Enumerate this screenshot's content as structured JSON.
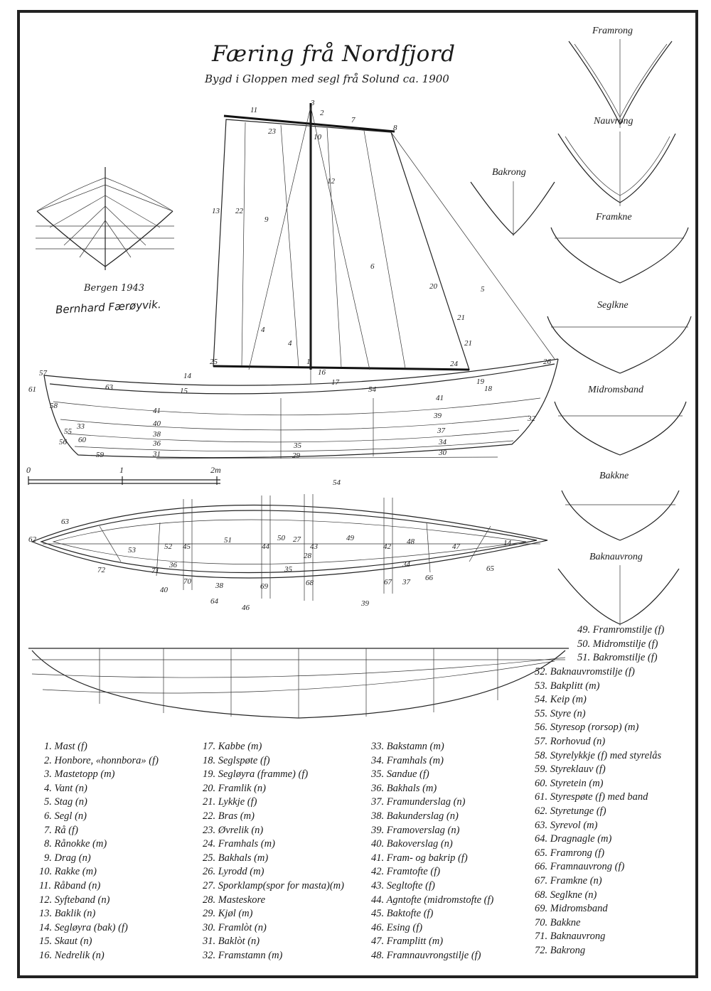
{
  "header": {
    "title": "Færing frå Nordfjord",
    "subtitle": "Bygd i Gloppen med segl frå Solund ca. 1900"
  },
  "section_sketch": {
    "place_date": "Bergen 1943",
    "signature": "Bernhard Færøyvik."
  },
  "scale_bar": {
    "ticks": [
      "0",
      "1",
      "2m"
    ]
  },
  "frame_sections": [
    "Framrong",
    "Nauvrong",
    "Bakrong",
    "Framkne",
    "Seglkne",
    "Midromsband",
    "Bakkne",
    "Baknauvrong"
  ],
  "callouts": [
    "11",
    "3",
    "2",
    "7",
    "8",
    "23",
    "10",
    "12",
    "13",
    "22",
    "9",
    "6",
    "5",
    "20",
    "21",
    "21",
    "4",
    "4",
    "1",
    "25",
    "14",
    "15",
    "16",
    "17",
    "54",
    "24",
    "19",
    "18",
    "26",
    "57",
    "61",
    "63",
    "58",
    "41",
    "33",
    "40",
    "38",
    "36",
    "55",
    "56",
    "60",
    "59",
    "31",
    "35",
    "29",
    "39",
    "37",
    "34",
    "30",
    "32",
    "41",
    "54",
    "63",
    "62",
    "53",
    "52",
    "45",
    "51",
    "50",
    "27",
    "43",
    "49",
    "42",
    "48",
    "47",
    "14",
    "72",
    "71",
    "36",
    "70",
    "40",
    "38",
    "64",
    "46",
    "69",
    "35",
    "68",
    "67",
    "37",
    "66",
    "34",
    "65",
    "39",
    "28",
    "44"
  ],
  "legend": [
    "1. Mast (f)",
    "2. Honbore, «honnbora» (f)",
    "3. Mastetopp (m)",
    "4. Vant (n)",
    "5. Stag (n)",
    "6. Segl (n)",
    "7. Rå (f)",
    "8. Rånokke (m)",
    "9. Drag (n)",
    "10. Rakke (m)",
    "11. Råband (n)",
    "12. Syfteband (n)",
    "13. Baklik (n)",
    "14. Segløyra (bak) (f)",
    "15. Skaut (n)",
    "16. Nedrelik (n)",
    "17. Kabbe (m)",
    "18. Seglspøte (f)",
    "19. Segløyra (framme) (f)",
    "20. Framlik (n)",
    "21. Lykkje (f)",
    "22. Bras (m)",
    "23. Øvrelik (n)",
    "24. Framhals (m)",
    "25. Bakhals (m)",
    "26. Lyrodd (m)",
    "27. Sporklamp(spor for masta)(m)",
    "28. Masteskore",
    "29. Kjøl (m)",
    "30. Framlòt (n)",
    "31. Baklòt (n)",
    "32. Framstamn (m)",
    "33. Bakstamn (m)",
    "34. Framhals (m)",
    "35. Sandue (f)",
    "36. Bakhals (m)",
    "37. Framunderslag (n)",
    "38. Bakunderslag (n)",
    "39. Framoverslag (n)",
    "40. Bakoverslag (n)",
    "41. Fram- og bakrip (f)",
    "42. Framtofte (f)",
    "43. Segltofte (f)",
    "44. Agntofte (midromstofte (f)",
    "45. Baktofte (f)",
    "46. Esing (f)",
    "47. Framplitt (m)",
    "48. Framnauvrongstilje (f)",
    "49. Framromstilje (f)",
    "50. Midromstilje (f)",
    "51. Bakromstilje (f)",
    "52. Baknauvromstilje (f)",
    "53. Bakplitt (m)",
    "54. Keip (m)",
    "55. Styre (n)",
    "56. Styresop (rorsop) (m)",
    "57. Rorhovud (n)",
    "58. Styrelykkje (f) med styrelås",
    "59. Styreklauv (f)",
    "60. Styretein (m)",
    "61. Styrespøte (f) med band",
    "62. Styretunge (f)",
    "63. Syrevol (m)",
    "64. Dragnagle (m)",
    "65. Framrong (f)",
    "66. Framnauvrong (f)",
    "67. Framkne (n)",
    "68. Seglkne (n)",
    "69. Midromsband",
    "70. Bakkne",
    "71. Baknauvrong",
    "72. Bakrong"
  ]
}
